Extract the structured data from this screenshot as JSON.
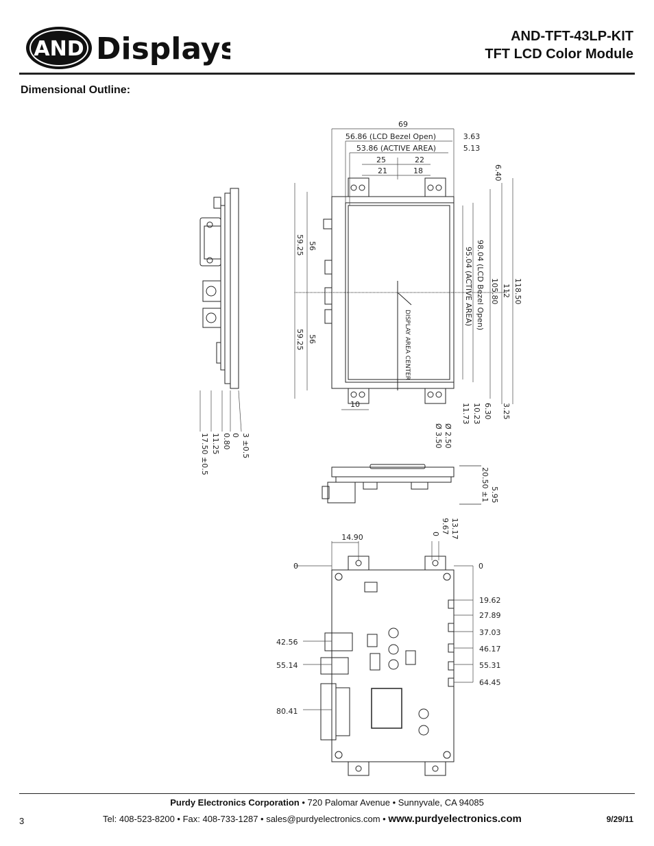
{
  "header": {
    "logo_text_and": "AND",
    "logo_text_displays": "Displays",
    "model": "AND-TFT-43LP-KIT",
    "subtitle": "TFT LCD Color Module"
  },
  "section_title": "Dimensional Outline:",
  "drawing": {
    "top_dims": [
      "69",
      "56.86 (LCD Bezel Open)",
      "3.63",
      "53.86 (ACTIVE AREA)",
      "5.13",
      "25",
      "22",
      "21",
      "18"
    ],
    "right_vert_dims": [
      "6.40",
      "98.04 (LCD Bezel Open)",
      "95.04 (ACTIVE AREA)",
      "105.80",
      "112",
      "118.50"
    ],
    "left_vert_dims": [
      "59.25",
      "56",
      "59.25",
      "56"
    ],
    "bottom_dims": [
      "10",
      "11.73",
      "10.23",
      "6.30",
      "3.25"
    ],
    "holes": [
      "Ø 2.50",
      "Ø 3.50"
    ],
    "side_dims": [
      "3 ±0.5",
      "0",
      "0.80",
      "11.25",
      "17.50 ±0.5"
    ],
    "center_label": "DISPLAY AREA CENTER",
    "height_dims": [
      "20.50 ±1",
      "5.95"
    ],
    "back_top_dims": [
      "14.90",
      "13.17",
      "9.67",
      "0"
    ],
    "back_zero_left": "0",
    "back_zero_right": "0",
    "back_right_dims": [
      "19.62",
      "27.89",
      "37.03",
      "46.17",
      "55.31",
      "64.45"
    ],
    "back_left_dims": [
      "42.56",
      "55.14",
      "80.41"
    ]
  },
  "footer": {
    "company": "Purdy Electronics Corporation",
    "address": " •  720 Palomar Avenue  •  Sunnyvale,  CA 94085",
    "contact": "Tel: 408-523-8200  •  Fax: 408-733-1287  •  sales@purdyelectronics.com  •  ",
    "website": "www.purdyelectronics.com",
    "page_number": "3",
    "date": "9/29/11"
  }
}
